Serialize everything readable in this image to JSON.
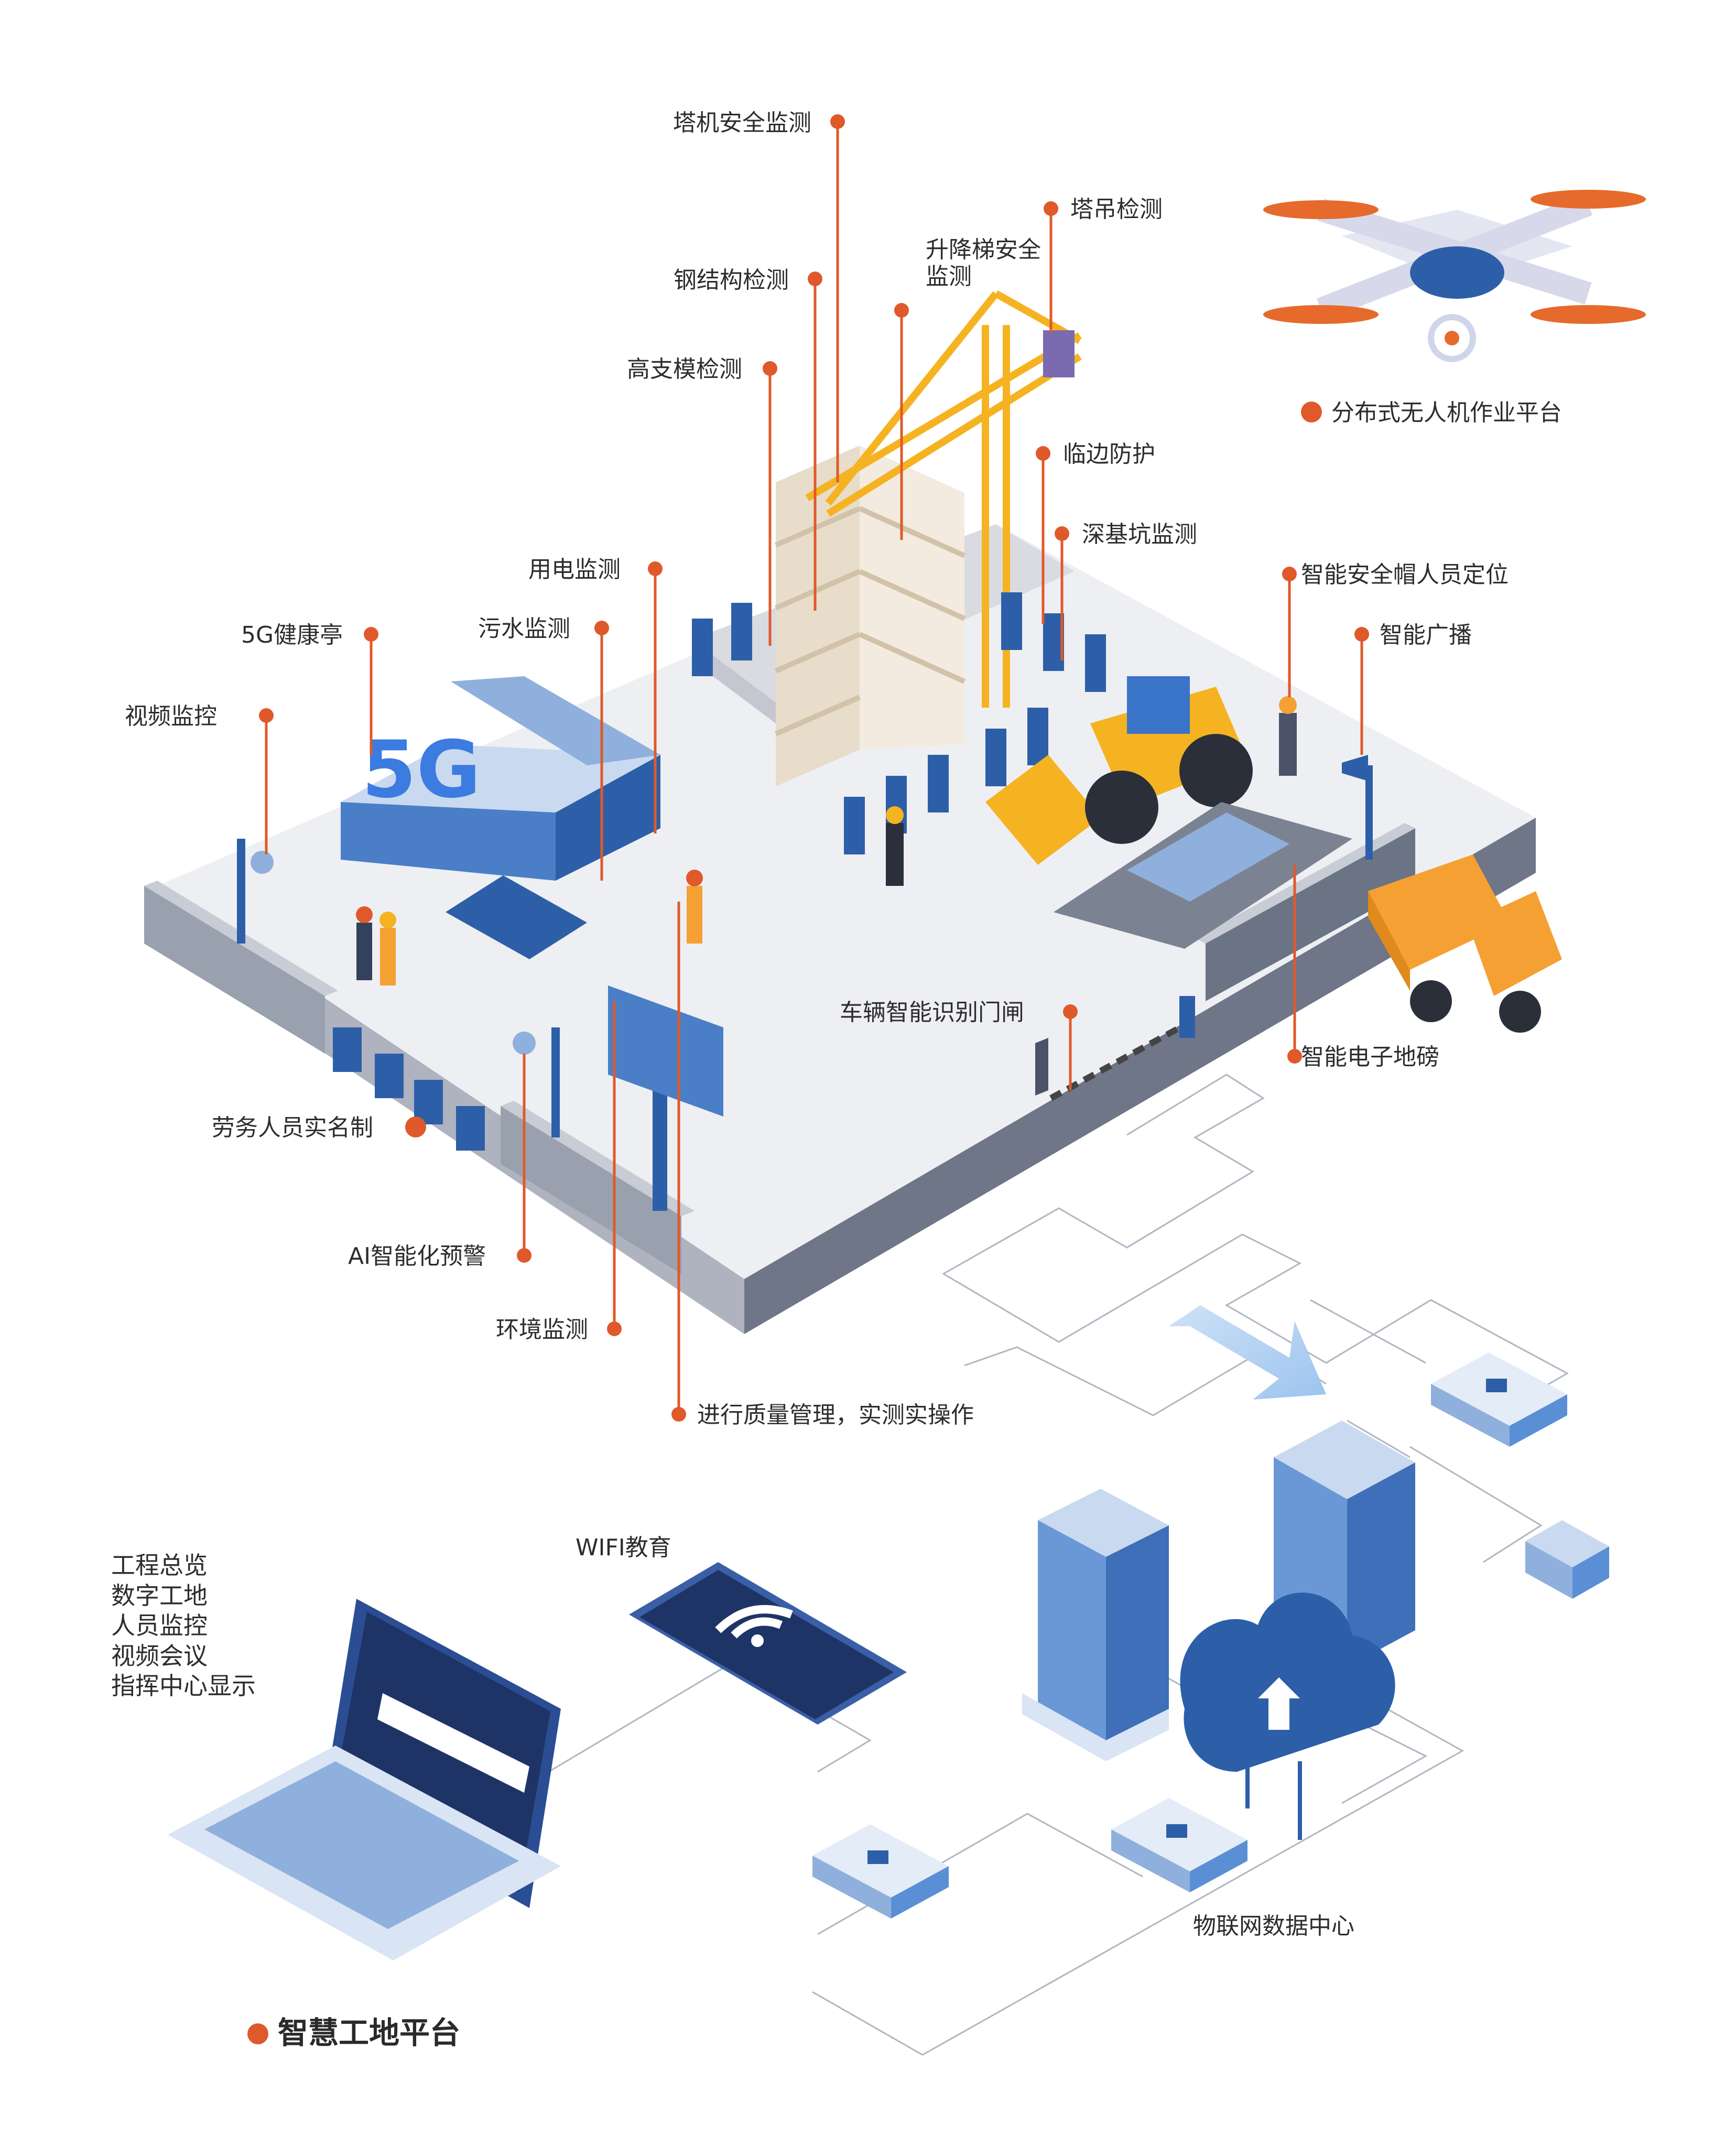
{
  "accent_color": "#e0592a",
  "labels": {
    "tower_crane_safety": "塔机安全监测",
    "tower_hoist_check": "塔吊检测",
    "elevator_safety": "升降梯安全监测",
    "steel_structure": "钢结构检测",
    "formwork": "高支模检测",
    "edge_protection": "临边防护",
    "deep_pit": "深基坑监测",
    "electricity": "用电监测",
    "sewage": "污水监测",
    "health_kiosk_5g": "5G健康亭",
    "video_monitor": "视频监控",
    "helmet_positioning": "智能安全帽人员定位",
    "broadcast": "智能广播",
    "vehicle_gate": "车辆智能识别门闸",
    "scale": "智能电子地磅",
    "labor_realname": "劳务人员实名制",
    "ai_warning": "AI智能化预警",
    "environment": "环境监测",
    "quality_mgmt": "进行质量管理，实测实操作",
    "drone_platform": "分布式无人机作业平台",
    "wifi_edu": "WIFI教育",
    "iot_center": "物联网数据中心",
    "platform_title": "智慧工地平台"
  },
  "platform_features": [
    "工程总览",
    "数字工地",
    "人员监控",
    "视频会议",
    "指挥中心显示"
  ],
  "icons": {
    "drone": "drone-icon",
    "laptop": "laptop-icon",
    "phone": "phone-wifi-icon",
    "server": "server-icon",
    "cloud": "cloud-upload-icon",
    "router": "router-icon",
    "crane": "tower-crane-icon",
    "loader": "wheel-loader-icon",
    "truck": "dump-truck-icon",
    "kiosk": "health-kiosk-5g-icon"
  }
}
